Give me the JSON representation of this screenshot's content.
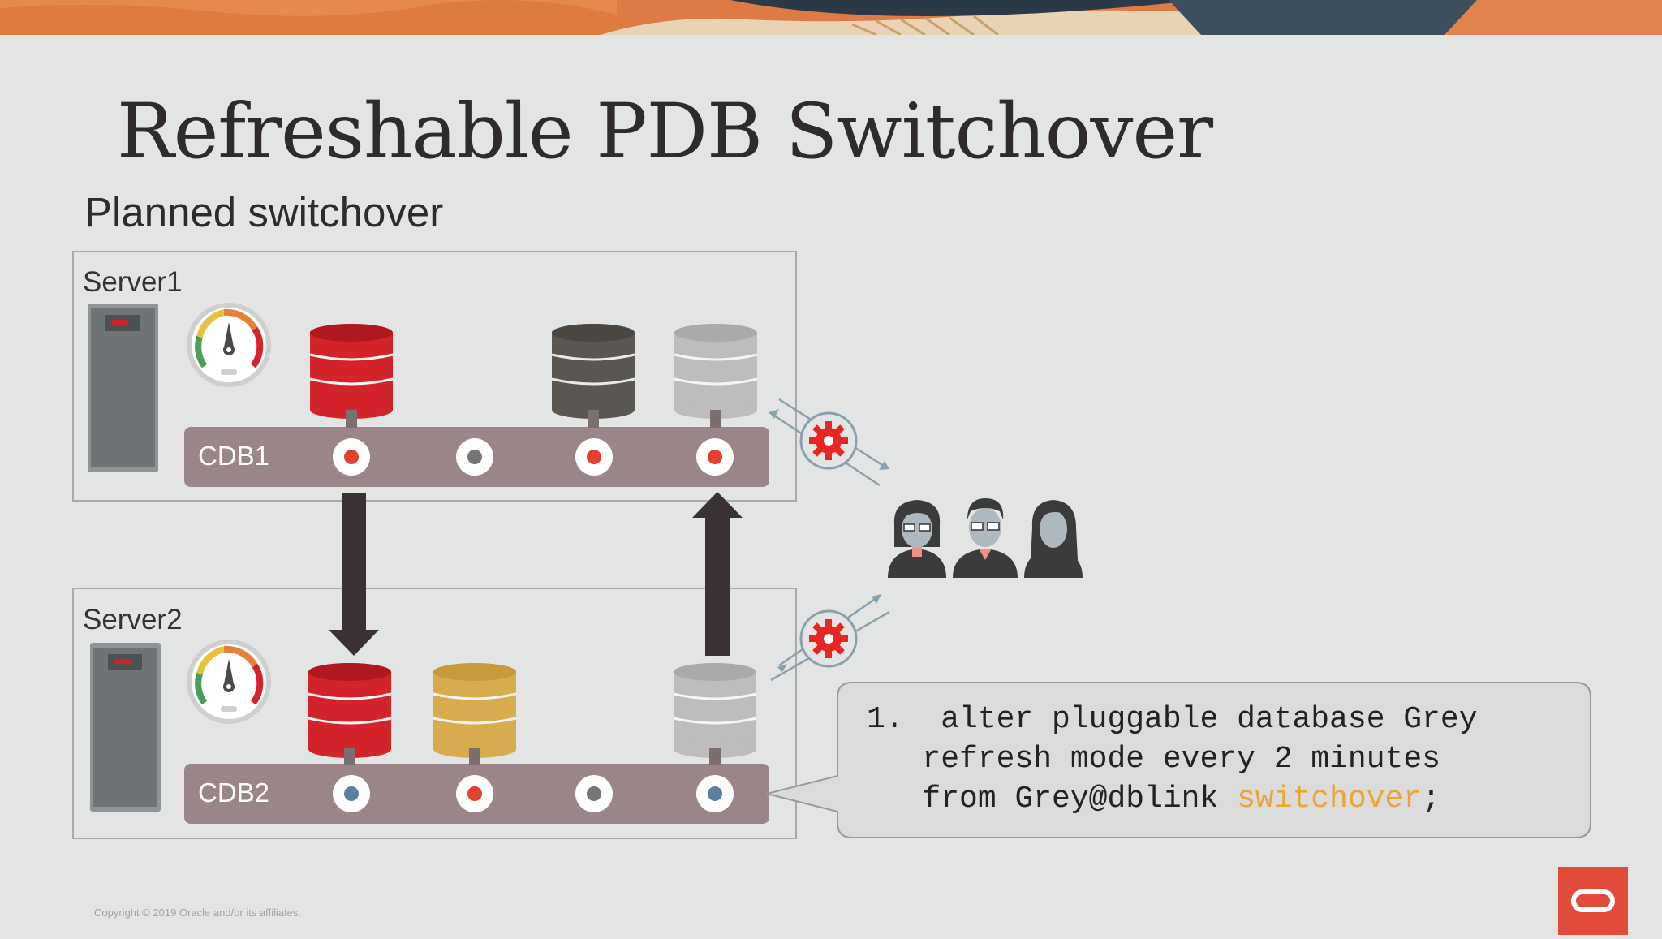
{
  "slide": {
    "title": "Refreshable PDB Switchover",
    "subtitle": "Planned switchover",
    "copyright": "Copyright © 2019 Oracle and/or its affiliates."
  },
  "servers": [
    {
      "label": "Server1",
      "cdb": "CDB1"
    },
    {
      "label": "Server2",
      "cdb": "CDB2"
    }
  ],
  "callout": {
    "number": "1.",
    "line1": "alter pluggable database Grey",
    "line2": "refresh mode every 2 minutes",
    "line3_prefix": "from Grey@dblink ",
    "line3_keyword": "switchover",
    "line3_suffix": ";"
  },
  "colors": {
    "db_red": "#d3232b",
    "db_dark": "#5a5651",
    "db_grey": "#bdbdbd",
    "db_gold": "#d8ac4e",
    "accent_orange": "#e9a633",
    "oracle_red": "#e04b3a"
  }
}
